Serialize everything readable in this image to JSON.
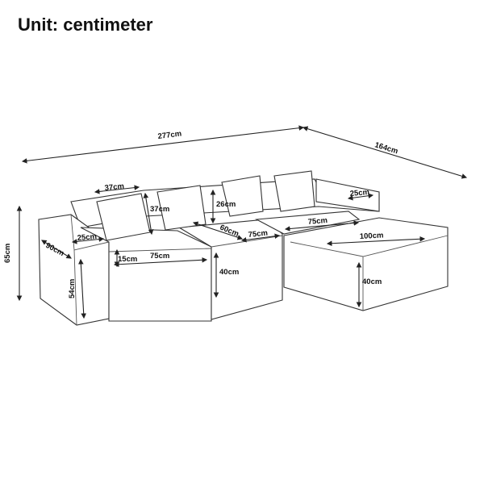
{
  "title": "Unit: centimeter",
  "dimensions": {
    "total_length": "277cm",
    "chaise_depth": "164cm",
    "total_height": "65cm",
    "cushion_width_top": "37cm",
    "back_height_left": "37cm",
    "back_height_mid": "26cm",
    "arm_width_right": "25cm",
    "arm_width_left": "25cm",
    "seat_depth_left": "90cm",
    "seat_height_offset": "15cm",
    "seat_width_left": "75cm",
    "seat_depth_mid": "60cm",
    "seat_width_mid": "75cm",
    "seat_width_right": "75cm",
    "ottoman_width": "100cm",
    "seat_height_mid": "40cm",
    "ottoman_height": "40cm",
    "arm_height_left": "54cm"
  }
}
